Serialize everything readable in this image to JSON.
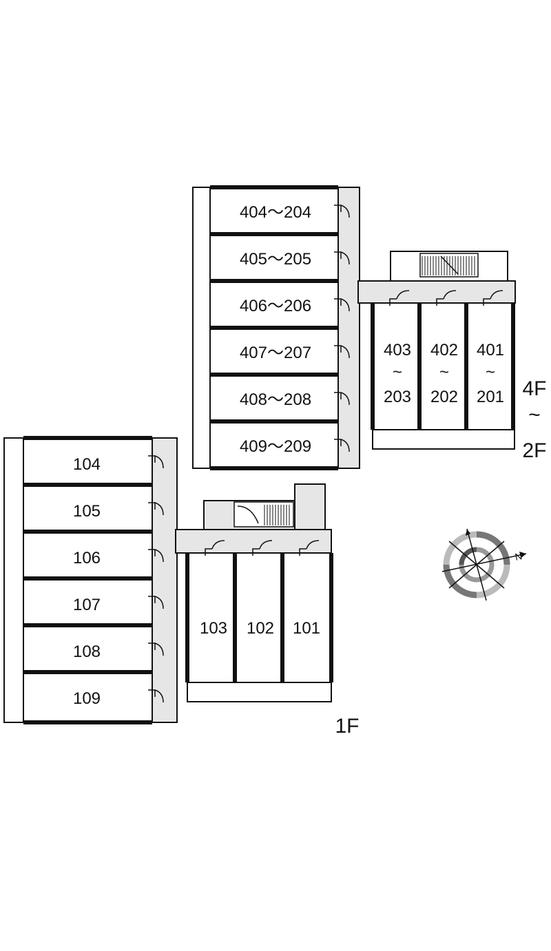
{
  "floor_labels": {
    "upper_top": "4F",
    "upper_tilde": "~",
    "upper_bottom": "2F",
    "ground": "1F"
  },
  "upper_block": {
    "vertical_units": [
      "404～204",
      "405～205",
      "406～206",
      "407～207",
      "408～208",
      "409～209"
    ],
    "horizontal_units": [
      {
        "top": "403",
        "tilde": "~",
        "bottom": "203"
      },
      {
        "top": "402",
        "tilde": "~",
        "bottom": "202"
      },
      {
        "top": "401",
        "tilde": "~",
        "bottom": "201"
      }
    ]
  },
  "ground_block": {
    "vertical_units": [
      "104",
      "105",
      "106",
      "107",
      "108",
      "109"
    ],
    "horizontal_units": [
      "103",
      "102",
      "101"
    ]
  },
  "compass": {
    "north_label": "N"
  },
  "colors": {
    "corridor": "#e6e6e6",
    "wall": "#111111"
  }
}
